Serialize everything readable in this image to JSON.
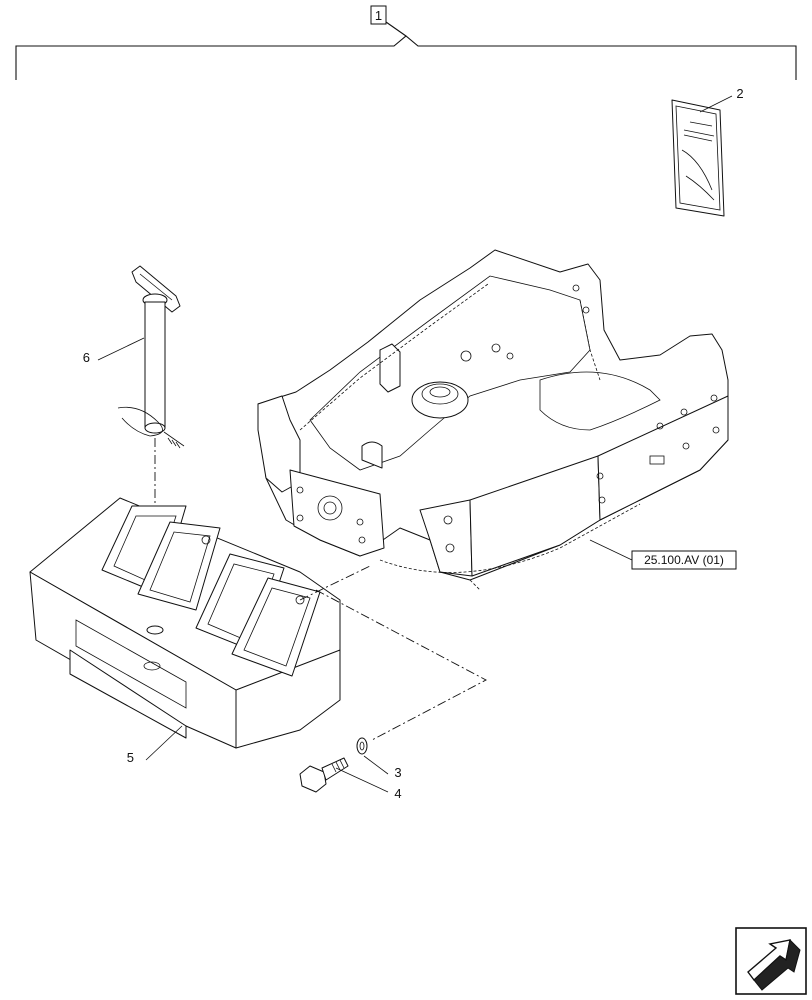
{
  "assembly": {
    "main_callout": "1"
  },
  "parts": [
    {
      "id": "manual",
      "callout": "2"
    },
    {
      "id": "bolt",
      "callout": "3"
    },
    {
      "id": "washer",
      "callout": "4"
    },
    {
      "id": "counterweight",
      "callout": "5"
    },
    {
      "id": "pin",
      "callout": "6"
    }
  ],
  "reference": {
    "label": "25.100.AV (01)"
  },
  "nav": {
    "icon": "next-page-arrow-icon"
  }
}
